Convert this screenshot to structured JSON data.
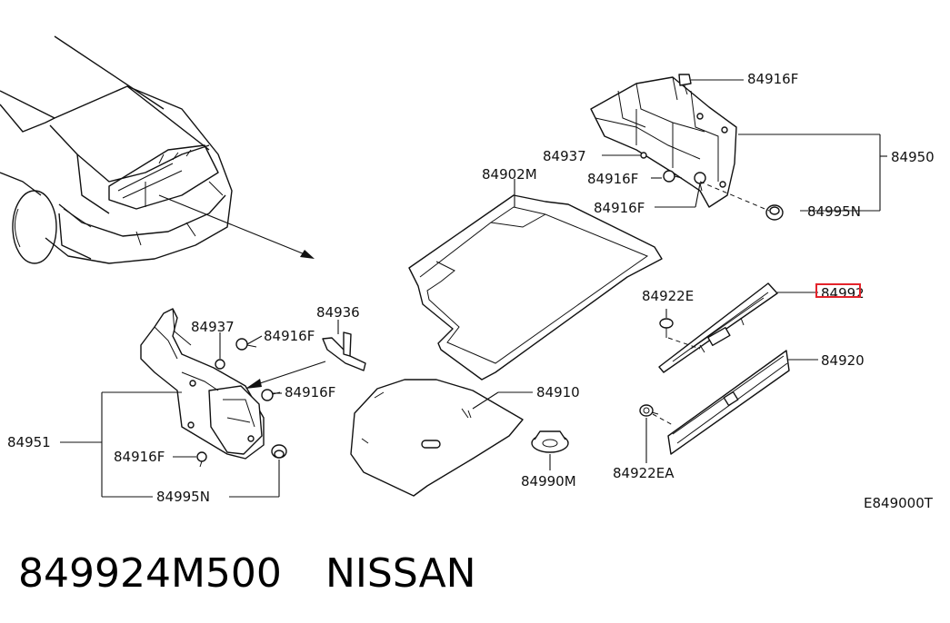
{
  "labels": {
    "p84916F_top": "84916F",
    "p84950": "84950",
    "p84937_top": "84937",
    "p84916F_mid": "84916F",
    "p84916F_low": "84916F",
    "p84995N_right": "84995N",
    "p84902M": "84902M",
    "p84922E": "84922E",
    "p84992": "84992",
    "p84920": "84920",
    "p84936": "84936",
    "p84937_left": "84937",
    "p84916F_left1": "84916F",
    "p84916F_left2": "84916F",
    "p84951": "84951",
    "p84916F_left3": "84916F",
    "p84995N_left": "84995N",
    "p84910": "84910",
    "p84990M": "84990M",
    "p84922EA": "84922EA"
  },
  "diagram_code": "E849000T",
  "caption": {
    "part_number": "849924M500",
    "brand": "NISSAN"
  },
  "highlight_color": "#e3232b"
}
